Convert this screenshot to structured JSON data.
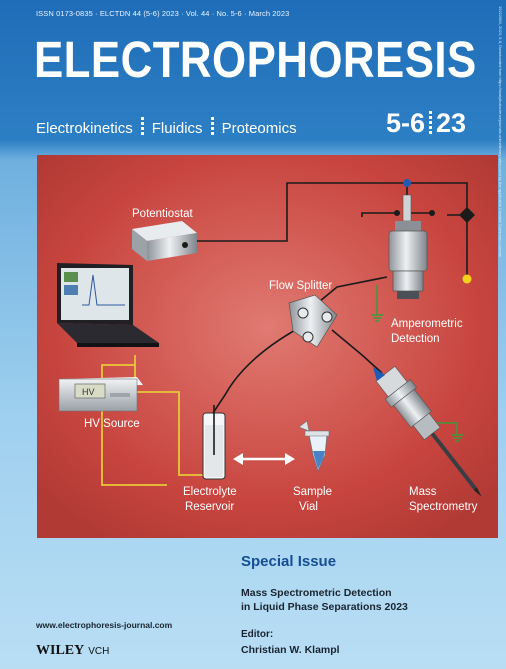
{
  "header": {
    "issn_line": "ISSN 0173-0835 · ELCTDN 44 (5-6) 2023 · Vol. 44 · No. 5-6 · March 2023",
    "journal_title": "ELECTROPHORESIS",
    "subtitle_items": [
      "Electrokinetics",
      "Fluidics",
      "Proteomics"
    ],
    "issue_number": {
      "left": "5-6",
      "right": "23"
    }
  },
  "side_text": "15222683, 2023, 5-6, Downloaded from https://analyticalsciencejournals.onlinelibrary.wiley.com/ by the applicable Creative Commons License",
  "figure": {
    "labels": {
      "potentiostat": "Potentiostat",
      "flow_splitter": "Flow Splitter",
      "amperometric": [
        "Amperometric",
        "Detection"
      ],
      "hv_source": "HV Source",
      "hv_display": "HV",
      "electrolyte": [
        "Electrolyte",
        "Reservoir"
      ],
      "sample": [
        "Sample",
        "Vial"
      ],
      "mass_spec": [
        "Mass",
        "Spectrometry"
      ]
    },
    "colors": {
      "background": "#c8453f",
      "wire": "#1b1b1b",
      "hv_wire": "#e9c63a",
      "ground": "#3c9a3c",
      "node_blue": "#1e5bb5",
      "node_yellow": "#f2d21a"
    }
  },
  "special_issue": {
    "heading": "Special Issue",
    "topic": [
      "Mass Spectrometric Detection",
      "in Liquid Phase Separations 2023"
    ],
    "editor_label": "Editor:",
    "editor_name": "Christian W. Klampl"
  },
  "footer": {
    "url": "www.electrophoresis-journal.com",
    "publisher": "WILEY",
    "publisher_suffix": "VCH"
  }
}
